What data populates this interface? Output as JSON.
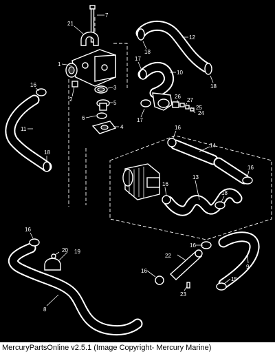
{
  "caption": "MercuryPartsOnline v2.5.1 (Image Copyright- Mercury Marine)",
  "callouts": {
    "c1": "1",
    "c2": "2",
    "c3": "3",
    "c4": "4",
    "c5": "5",
    "c6": "6",
    "c7": "7",
    "c8": "8",
    "c9": "9",
    "c10": "10",
    "c11": "11",
    "c12": "12",
    "c13": "13",
    "c14": "14",
    "c15": "15",
    "c16": "16",
    "c17": "17",
    "c18": "18",
    "c19": "19",
    "c20": "20",
    "c21": "21",
    "c22": "22",
    "c23": "23",
    "c24": "24",
    "c25": "25",
    "c26": "26",
    "c27": "27"
  }
}
